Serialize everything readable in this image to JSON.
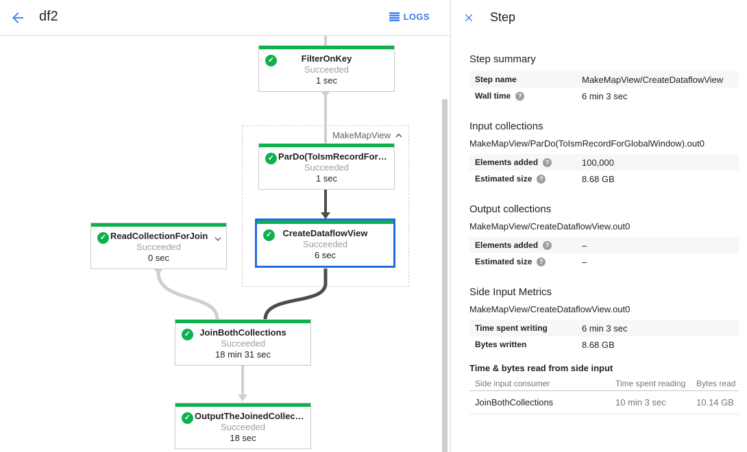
{
  "header": {
    "title": "df2",
    "logs_label": "LOGS"
  },
  "graph": {
    "group": {
      "label": "MakeMapView"
    },
    "nodes": [
      {
        "title": "FilterOnKey",
        "status": "Succeeded",
        "time": "1 sec"
      },
      {
        "title": "ParDo(ToIsmRecordFor…",
        "status": "Succeeded",
        "time": "1 sec"
      },
      {
        "title": "CreateDataflowView",
        "status": "Succeeded",
        "time": "6 sec",
        "selected": true
      },
      {
        "title": "ReadCollectionForJoin",
        "status": "Succeeded",
        "time": "0 sec"
      },
      {
        "title": "JoinBothCollections",
        "status": "Succeeded",
        "time": "18 min 31 sec"
      },
      {
        "title": "OutputTheJoinedCollec…",
        "status": "Succeeded",
        "time": "18 sec"
      }
    ]
  },
  "panel": {
    "title": "Step",
    "step_summary": {
      "heading": "Step summary",
      "rows": [
        {
          "label": "Step name",
          "value": "MakeMapView/CreateDataflowView"
        },
        {
          "label": "Wall time",
          "value": "6 min 3 sec"
        }
      ]
    },
    "input_collections": {
      "heading": "Input collections",
      "collection": "MakeMapView/ParDo(ToIsmRecordForGlobalWindow).out0",
      "rows": [
        {
          "label": "Elements added",
          "value": "100,000"
        },
        {
          "label": "Estimated size",
          "value": "8.68 GB"
        }
      ]
    },
    "output_collections": {
      "heading": "Output collections",
      "collection": "MakeMapView/CreateDataflowView.out0",
      "rows": [
        {
          "label": "Elements added",
          "value": "–"
        },
        {
          "label": "Estimated size",
          "value": "–"
        }
      ]
    },
    "side_input_metrics": {
      "heading": "Side Input Metrics",
      "collection": "MakeMapView/CreateDataflowView.out0",
      "rows": [
        {
          "label": "Time spent writing",
          "value": "6 min 3 sec"
        },
        {
          "label": "Bytes written",
          "value": "8.68 GB"
        }
      ]
    },
    "side_input_table": {
      "heading": "Time & bytes read from side input",
      "columns": [
        "Side input consumer",
        "Time spent reading",
        "Bytes read"
      ],
      "rows": [
        {
          "consumer": "JoinBothCollections",
          "time": "10 min 3 sec",
          "bytes": "10.14 GB"
        }
      ]
    }
  },
  "colors": {
    "success_green": "#0db14d",
    "selected_blue": "#1e6be0",
    "link_blue": "#3b78e7",
    "status_gray": "#9e9e9e"
  }
}
